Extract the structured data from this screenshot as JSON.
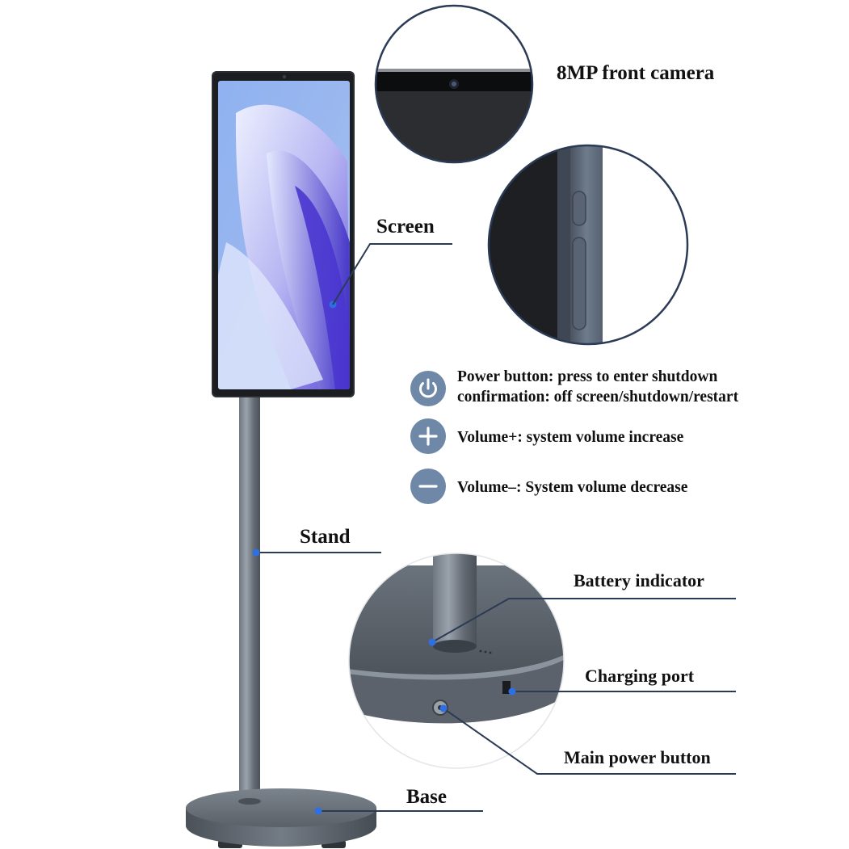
{
  "callouts": {
    "camera": "8MP front camera",
    "screen": "Screen",
    "stand": "Stand",
    "base": "Base",
    "battery": "Battery indicator",
    "charging": "Charging port",
    "main_power": "Main power button"
  },
  "features": [
    {
      "icon": "power-icon",
      "line1": "Power button: press to enter shutdown",
      "line2": "confirmation: off screen/shutdown/restart"
    },
    {
      "icon": "plus-icon",
      "line1": "Volume+: system volume increase"
    },
    {
      "icon": "minus-icon",
      "line1": "Volume–: System volume decrease"
    }
  ],
  "colors": {
    "accent_icon": "#6f88a8",
    "leader_line": "#2b3a55",
    "dot": "#2f6fe4",
    "device_metal": "#5b626b",
    "screen_blue": "#7c8fe8"
  }
}
